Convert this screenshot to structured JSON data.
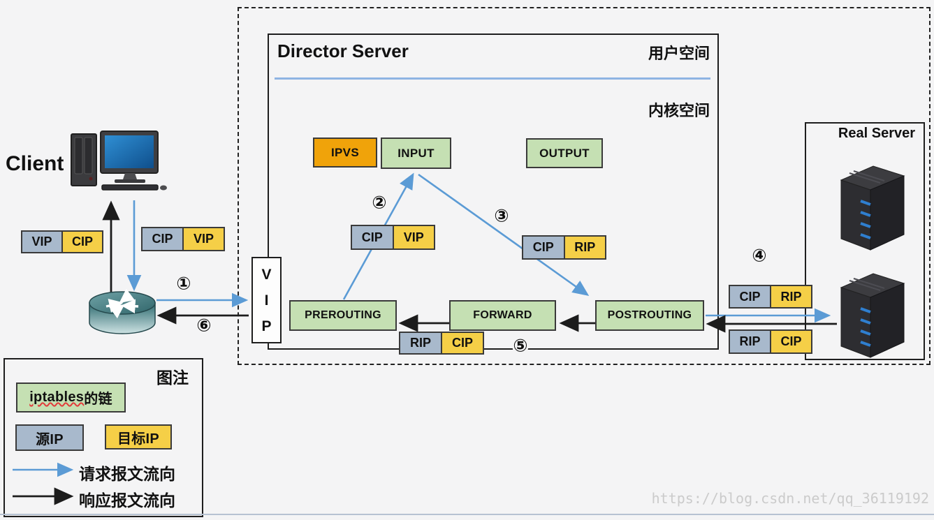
{
  "client": {
    "label": "Client"
  },
  "director": {
    "title": "Director Server",
    "user_space": "用户空间",
    "kernel_space": "内核空间"
  },
  "real_server": {
    "title": "Real Server"
  },
  "chains": {
    "ipvs": "IPVS",
    "input": "INPUT",
    "output": "OUTPUT",
    "prerouting": "PREROUTING",
    "forward": "FORWARD",
    "postrouting": "POSTROUTING"
  },
  "vip_box": {
    "l1": "V",
    "l2": "I",
    "l3": "P"
  },
  "packets": {
    "p1": {
      "src": "VIP",
      "dst": "CIP"
    },
    "p2": {
      "src": "CIP",
      "dst": "VIP"
    },
    "p3": {
      "src": "CIP",
      "dst": "VIP"
    },
    "p4": {
      "src": "CIP",
      "dst": "RIP"
    },
    "p5": {
      "src": "CIP",
      "dst": "RIP"
    },
    "p6": {
      "src": "RIP",
      "dst": "CIP"
    },
    "p7": {
      "src": "RIP",
      "dst": "CIP"
    }
  },
  "steps": {
    "s1": "①",
    "s2": "②",
    "s3": "③",
    "s4": "④",
    "s5": "⑤",
    "s6": "⑥"
  },
  "legend": {
    "title": "图注",
    "chain_word": "iptables",
    "chain_suffix": "的链",
    "src_label": "源IP",
    "dst_label": "目标IP",
    "request_label": "请求报文流向",
    "response_label": "响应报文流向"
  },
  "watermark": "https://blog.csdn.net/qq_36119192",
  "colors": {
    "request_arrow": "#5b9bd5",
    "response_arrow": "#1c1c1c",
    "chain_green": "#c5e0b3",
    "ipvs_orange": "#f0a30a",
    "src_gray": "#a8b9cc",
    "dst_yellow": "#f5cf47"
  }
}
